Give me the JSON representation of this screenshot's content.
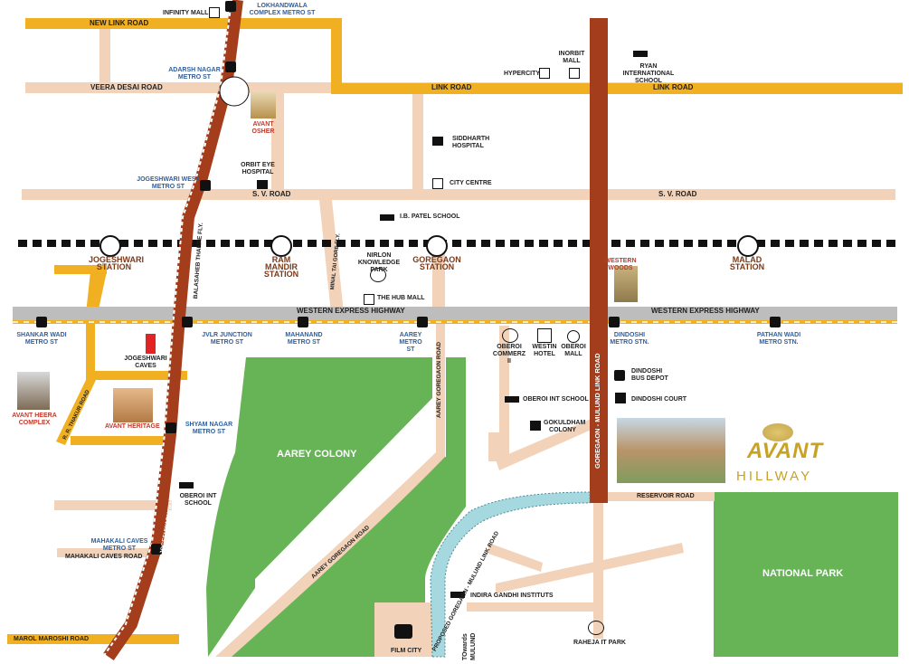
{
  "roads": {
    "new_link": "NEW LINK ROAD",
    "veera_desai": "VEERA DESAI ROAD",
    "link_road_1": "LINK ROAD",
    "link_road_2": "LINK ROAD",
    "sv_road_1": "S. V. ROAD",
    "sv_road_2": "S. V. ROAD",
    "weh_1": "WESTERN EXPRESS HIGHWAY",
    "weh_2": "WESTERN EXPRESS HIGHWAY",
    "minal_tai": "MINAL TAI GORE FLY.",
    "balasaheb": "BALASAHEB THAKRE FLY.",
    "aarey_goregaon_1": "AAREY GOREGAON ROAD",
    "aarey_goregaon_2": "AAREY GOREGAON ROAD",
    "goregaon_mulund": "GOREGAON - MULUND LINK ROAD",
    "proposed": "PROPOSED GOREGAON - MULUND LINK ROAD",
    "jvlr": "JOGESHWARI VIKHROLI LINK ROAD",
    "rr_thakur": "R. R. THAKUR ROAD",
    "reservoir": "RESERVOIR ROAD",
    "mahakali_caves": "MAHAKALI CAVES ROAD",
    "marol_maroshi": "MAROL MAROSHI ROAD",
    "towards_mulund": "TOwards MULUND"
  },
  "stations": {
    "jogeshwari": "JOGESHWARI STATION",
    "ram_mandir": "RAM MANDIR STATION",
    "goregaon": "GOREGAON STATION",
    "malad": "MALAD STATION"
  },
  "metro": {
    "lokhandwala": "LOKHANDWALA COMPLEX METRO ST",
    "adarsh_nagar": "ADARSH NAGAR METRO ST",
    "jogeshwari_west": "JOGESHWARI WEST METRO ST",
    "shankar_wadi": "SHANKAR WADI METRO ST",
    "jvlr_junction": "JVLR JUNCTION METRO ST",
    "mahanand": "MAHANAND METRO ST",
    "aarey": "AAREY METRO ST",
    "dindoshi": "DINDOSHI METRO STN.",
    "pathan_wadi": "PATHAN WADI METRO STN.",
    "shyam_nagar": "SHYAM NAGAR METRO ST",
    "mahakali_caves": "MAHAKALI CAVES METRO ST"
  },
  "places": {
    "infinity_mall": "INFINITY MALL",
    "inorbit_mall": "INORBIT MALL",
    "hypercity": "HYPERCITY",
    "ryan_school": "RYAN INTERNATIONAL SCHOOL",
    "siddharth_hospital": "SIDDHARTH HOSPITAL",
    "city_centre": "CITY CENTRE",
    "orbit_eye": "ORBIT EYE HOSPITAL",
    "ib_patel": "I.B. PATEL SCHOOL",
    "nirlon": "NIRLON KNOWLEDGE PARK",
    "hub_mall": "THE HUB MALL",
    "jogeshwari_caves": "JOGESHWARI CAVES",
    "oberoi_commerz": "OBEROI COMMERZ II",
    "westin": "WESTIN HOTEL",
    "oberoi_mall": "OBEROI MALL",
    "dindoshi_depot": "DINDOSHI BUS DEPOT",
    "dindoshi_court": "DINDOSHI COURT",
    "oberoi_int_1": "OBEROI INT SCHOOL",
    "oberoi_int_2": "OBEROI INT SCHOOL",
    "gokuldham": "GOKULDHAM COLONY",
    "indira_gandhi": "INDIRA GANDHI INSTITUTS",
    "film_city": "FILM CITY",
    "raheja": "RAHEJA IT PARK",
    "aarey_colony": "AAREY COLONY",
    "national_park": "NATIONAL PARK"
  },
  "projects": {
    "avant_osher": "AVANT OSHER",
    "avant_heera": "AVANT HEERA COMPLEX",
    "avant_heritage": "AVANT HERITAGE",
    "western_woods": "WESTERN WOODS"
  },
  "brand": {
    "name": "AVANT",
    "tagline": "HILLWAY"
  },
  "colors": {
    "orange_road": "#f0b022",
    "beige_road": "#f2d2b8",
    "brown_road": "#a33d1c",
    "green_park": "#67b456",
    "highway_gray": "#bdbdbd",
    "metro_blue": "#2f5f9e",
    "project_red": "#c0392b",
    "gold": "#c8a224"
  }
}
